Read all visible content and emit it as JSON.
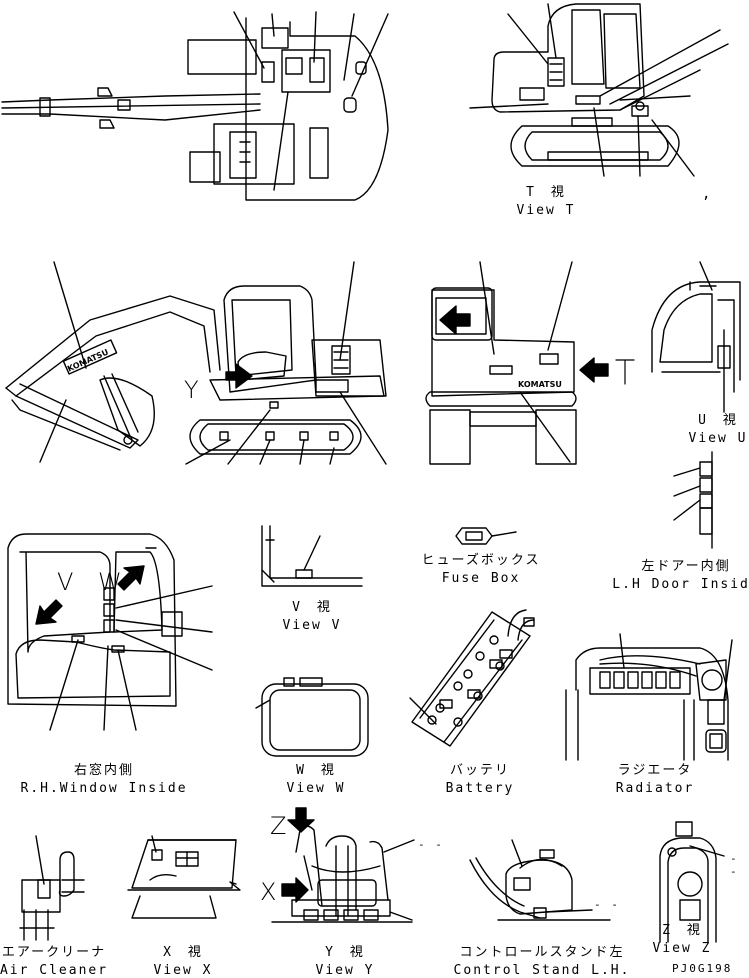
{
  "views": [
    {
      "id": "view-t",
      "jp": "T　視",
      "en": "View T"
    },
    {
      "id": "view-u",
      "jp": "U　視",
      "en": "View U"
    },
    {
      "id": "fuse-box",
      "jp": "ヒューズボックス",
      "en": "Fuse Box"
    },
    {
      "id": "lh-door-inside",
      "jp": "左ドアー内側",
      "en": "L.H Door Inside"
    },
    {
      "id": "view-v",
      "jp": "V　視",
      "en": "View V"
    },
    {
      "id": "rh-window-inside",
      "jp": "右窓内側",
      "en": "R.H.Window Inside"
    },
    {
      "id": "view-w",
      "jp": "W　視",
      "en": "View W"
    },
    {
      "id": "battery",
      "jp": "バッテリ",
      "en": "Battery"
    },
    {
      "id": "radiator",
      "jp": "ラジエータ",
      "en": "Radiator"
    },
    {
      "id": "air-cleaner",
      "jp": "エアークリーナ",
      "en": "Air Cleaner"
    },
    {
      "id": "view-x",
      "jp": "X　視",
      "en": "View X"
    },
    {
      "id": "view-y",
      "jp": "Y　視",
      "en": "View Y"
    },
    {
      "id": "control-stand-lh",
      "jp": "コントロールスタンド左",
      "en": "Control Stand L.H."
    },
    {
      "id": "view-z",
      "jp": "Z　視",
      "en": "View Z"
    }
  ],
  "arrow_letters": {
    "t": "T",
    "y": "Y",
    "v": "V",
    "w": "W",
    "z": "Z",
    "x": "X"
  },
  "brand": "KOMATSU",
  "stray_mark": ",",
  "dashes": "- -",
  "drawing_code": "PJ0G198"
}
